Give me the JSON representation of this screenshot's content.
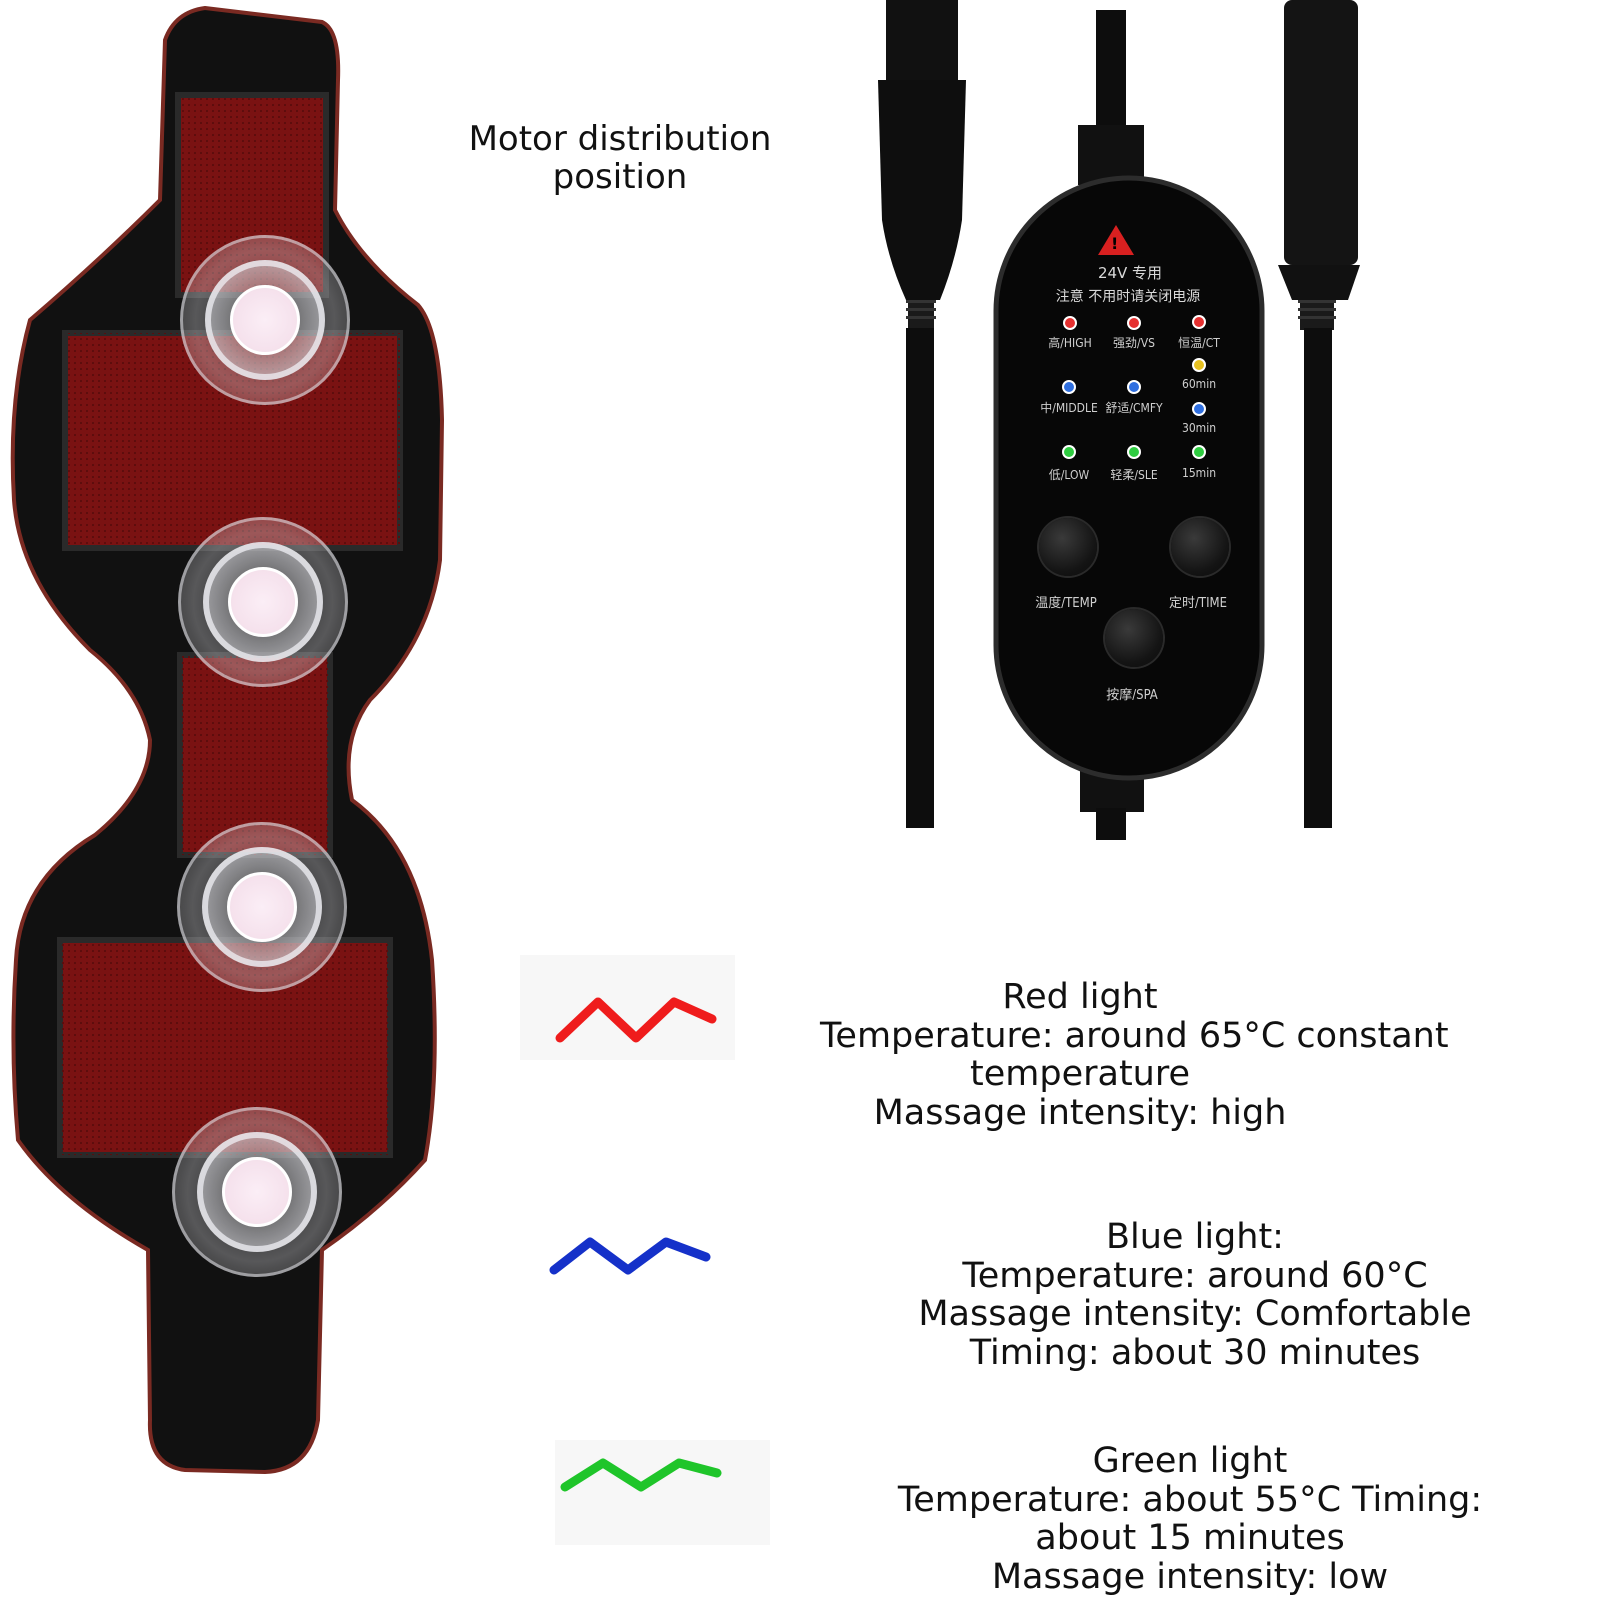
{
  "diagram_title": [
    "Motor distribution",
    "position"
  ],
  "remote": {
    "voltage_label": "24V 专用",
    "notice_label": "注意   不用时请关闭电源",
    "indicators": [
      {
        "label": "高/HIGH",
        "color": "#e53030"
      },
      {
        "label": "强劲/VS",
        "color": "#e53030"
      },
      {
        "label": "恒温/CT",
        "color": "#e53030"
      },
      {
        "label": "60min",
        "color": "#e6c020"
      },
      {
        "label": "中/MIDDLE",
        "color": "#2f6fe0"
      },
      {
        "label": "舒适/CMFY",
        "color": "#2f6fe0"
      },
      {
        "label": "30min",
        "color": "#2f6fe0"
      },
      {
        "label": "低/LOW",
        "color": "#2ecc40"
      },
      {
        "label": "轻柔/SLE",
        "color": "#2ecc40"
      },
      {
        "label": "15min",
        "color": "#2ecc40"
      }
    ],
    "buttons": {
      "temp": "温度/TEMP",
      "time": "定时/TIME",
      "spa": "按摩/SPA"
    }
  },
  "legend": [
    {
      "color": "#ef1c1c",
      "lines": [
        "Red light",
        "Temperature: around 65°C constant",
        "temperature",
        "Massage intensity: high"
      ]
    },
    {
      "color": "#1531c9",
      "lines": [
        "Blue light:",
        "Temperature: around 60°C",
        "Massage intensity: Comfortable",
        "Timing: about 30 minutes"
      ]
    },
    {
      "color": "#1fc52a",
      "lines": [
        "Green light",
        "Temperature: about 55°C Timing:",
        "about 15 minutes",
        "Massage intensity: low"
      ]
    }
  ]
}
